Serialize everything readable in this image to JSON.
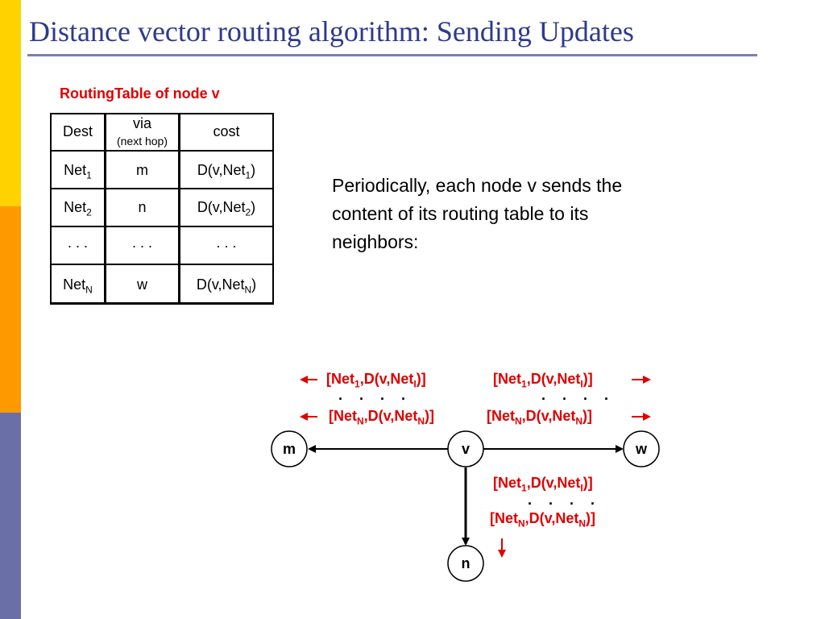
{
  "slide": {
    "title": "Distance vector routing algorithm: Sending Updates"
  },
  "table": {
    "caption": "RoutingTable of node v",
    "headers": {
      "dest": "Dest",
      "via": "via",
      "via_note": "(next hop)",
      "cost": "cost"
    },
    "rows": [
      {
        "dest": "Net",
        "dest_sub": "1",
        "via": "m",
        "cost": "D(v,Net",
        "cost_sub": "1",
        "cost_close": ")"
      },
      {
        "dest": "Net",
        "dest_sub": "2",
        "via": "n",
        "cost": "D(v,Net",
        "cost_sub": "2",
        "cost_close": ")"
      },
      {
        "dest": ". . .",
        "dest_sub": "",
        "via": ". . .",
        "cost": ". . .",
        "cost_sub": "",
        "cost_close": ""
      },
      {
        "dest": "Net",
        "dest_sub": "N",
        "via": "w",
        "cost": "D(v,Net",
        "cost_sub": "N",
        "cost_close": ")"
      }
    ]
  },
  "paragraph": "Periodically, each node v sends the content of its routing table to its neighbors:",
  "nodes": {
    "m": "m",
    "v": "v",
    "w": "w",
    "n": "n"
  },
  "messages": {
    "first_open": "[Net",
    "first_sub1": "1",
    "first_mid": ",D(v,Net",
    "first_sub2": "I",
    "first_close": ")]",
    "last_open": "[Net",
    "last_sub1": "N",
    "last_mid": ",D(v,Net",
    "last_sub2": "N",
    "last_close": ")]",
    "dots": ". . . ."
  },
  "colors": {
    "accent_red": "#e00000",
    "title_blue": "#2e3a8c"
  }
}
